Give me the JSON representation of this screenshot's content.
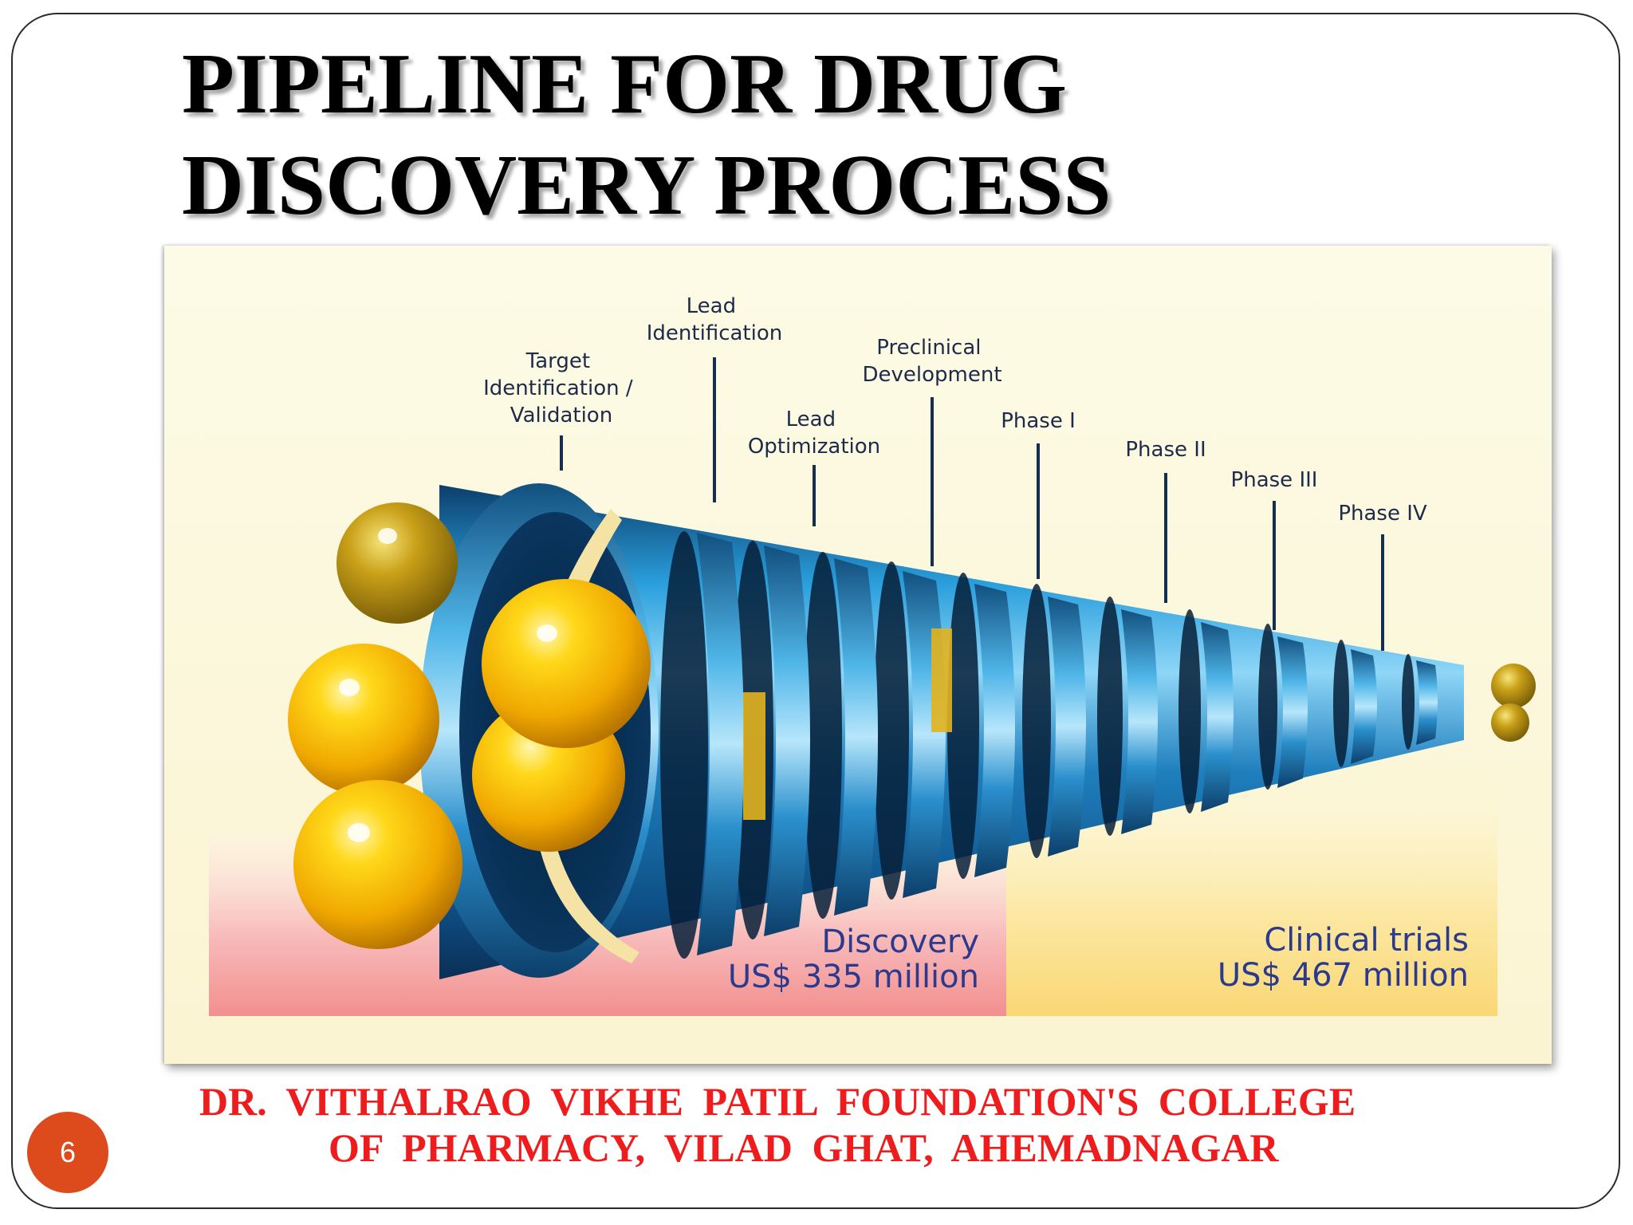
{
  "slide": {
    "title_line1": "PIPELINE FOR DRUG",
    "title_line2": "DISCOVERY PROCESS",
    "footer_line1": "DR. VITHALRAO VIKHE PATIL FOUNDATION'S COLLEGE",
    "footer_line2": "OF PHARMACY, VILAD GHAT, AHEMADNAGAR",
    "page_number": "6"
  },
  "diagram": {
    "stages": [
      {
        "lines": [
          "Target",
          "Identification /",
          "Validation"
        ]
      },
      {
        "lines": [
          "Lead",
          "Identification"
        ]
      },
      {
        "lines": [
          "Lead",
          "Optimization"
        ]
      },
      {
        "lines": [
          "Preclinical",
          "Development"
        ]
      },
      {
        "lines": [
          "Phase I"
        ]
      },
      {
        "lines": [
          "Phase II"
        ]
      },
      {
        "lines": [
          "Phase III"
        ]
      },
      {
        "lines": [
          "Phase IV"
        ]
      }
    ],
    "discovery": {
      "label": "Discovery",
      "cost": "US$ 335 million"
    },
    "clinical": {
      "label": "Clinical trials",
      "cost": "US$ 467 million"
    }
  },
  "colors": {
    "title": "#000000",
    "footer_text": "#ee1c1c",
    "page_badge": "#dd4a1c",
    "tube_blue": "#1f87c6",
    "sphere_yellow": "#f7c400",
    "discovery_band": "#f5a3a3",
    "clinical_band": "#fbe08a",
    "band_text": "#2b3a8c"
  }
}
